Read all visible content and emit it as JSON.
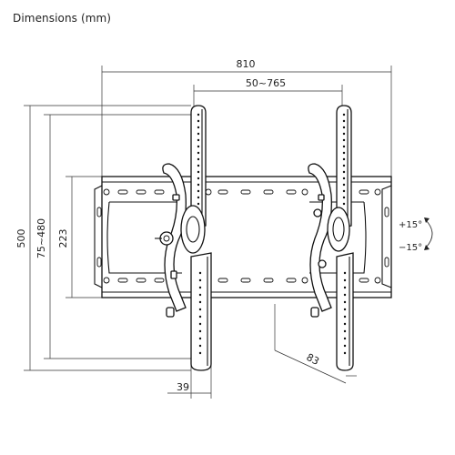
{
  "title": "Dimensions (mm)",
  "dimensions": {
    "total_width": "810",
    "vesa_width": "50~765",
    "total_height": "500",
    "vesa_height": "75~480",
    "plate_height": "223",
    "arm_width": "39",
    "depth": "83"
  },
  "tilt": {
    "up": "+15°",
    "down": "−15°"
  }
}
